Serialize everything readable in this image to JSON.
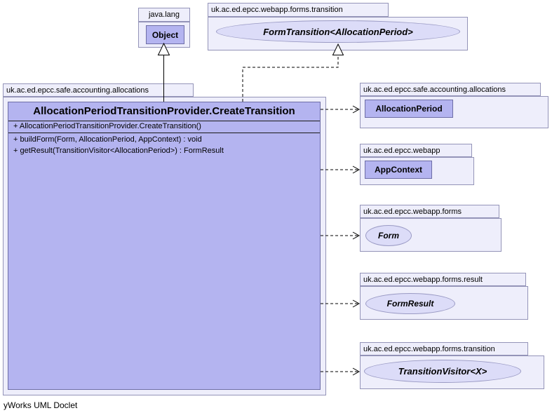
{
  "watermark": "yWorks UML Doclet",
  "colors": {
    "package_fill": "#eeeefb",
    "package_border": "#9494b8",
    "class_fill": "#b4b4f0",
    "class_border": "#6e6ea6",
    "interface_fill": "#dcdcf8",
    "interface_border": "#9a9ac4",
    "edge_color": "#000000"
  },
  "nodes": {
    "java_lang": {
      "package": "java.lang",
      "class_name": "Object"
    },
    "form_transition": {
      "package": "uk.ac.ed.epcc.webapp.forms.transition",
      "interface_name": "FormTransition<AllocationPeriod>"
    },
    "main": {
      "package": "uk.ac.ed.epcc.safe.accounting.allocations",
      "class_name": "AllocationPeriodTransitionProvider.CreateTransition",
      "constructor": "+ AllocationPeriodTransitionProvider.CreateTransition()",
      "methods": [
        "+ buildForm(Form, AllocationPeriod, AppContext) : void",
        "+ getResult(TransitionVisitor<AllocationPeriod>) : FormResult"
      ]
    },
    "allocation_period": {
      "package": "uk.ac.ed.epcc.safe.accounting.allocations",
      "class_name": "AllocationPeriod"
    },
    "app_context": {
      "package": "uk.ac.ed.epcc.webapp",
      "class_name": "AppContext"
    },
    "form": {
      "package": "uk.ac.ed.epcc.webapp.forms",
      "interface_name": "Form"
    },
    "form_result": {
      "package": "uk.ac.ed.epcc.webapp.forms.result",
      "interface_name": "FormResult"
    },
    "transition_visitor": {
      "package": "uk.ac.ed.epcc.webapp.forms.transition",
      "interface_name": "TransitionVisitor<X>"
    }
  },
  "edges": [
    {
      "from": "AllocationPeriodTransitionProvider.CreateTransition",
      "to": "Object",
      "type": "extends"
    },
    {
      "from": "AllocationPeriodTransitionProvider.CreateTransition",
      "to": "FormTransition<AllocationPeriod>",
      "type": "implements"
    },
    {
      "from": "AllocationPeriodTransitionProvider.CreateTransition",
      "to": "AllocationPeriod",
      "type": "dependency"
    },
    {
      "from": "AllocationPeriodTransitionProvider.CreateTransition",
      "to": "AppContext",
      "type": "dependency"
    },
    {
      "from": "AllocationPeriodTransitionProvider.CreateTransition",
      "to": "Form",
      "type": "dependency"
    },
    {
      "from": "AllocationPeriodTransitionProvider.CreateTransition",
      "to": "FormResult",
      "type": "dependency"
    },
    {
      "from": "AllocationPeriodTransitionProvider.CreateTransition",
      "to": "TransitionVisitor<X>",
      "type": "dependency"
    }
  ]
}
